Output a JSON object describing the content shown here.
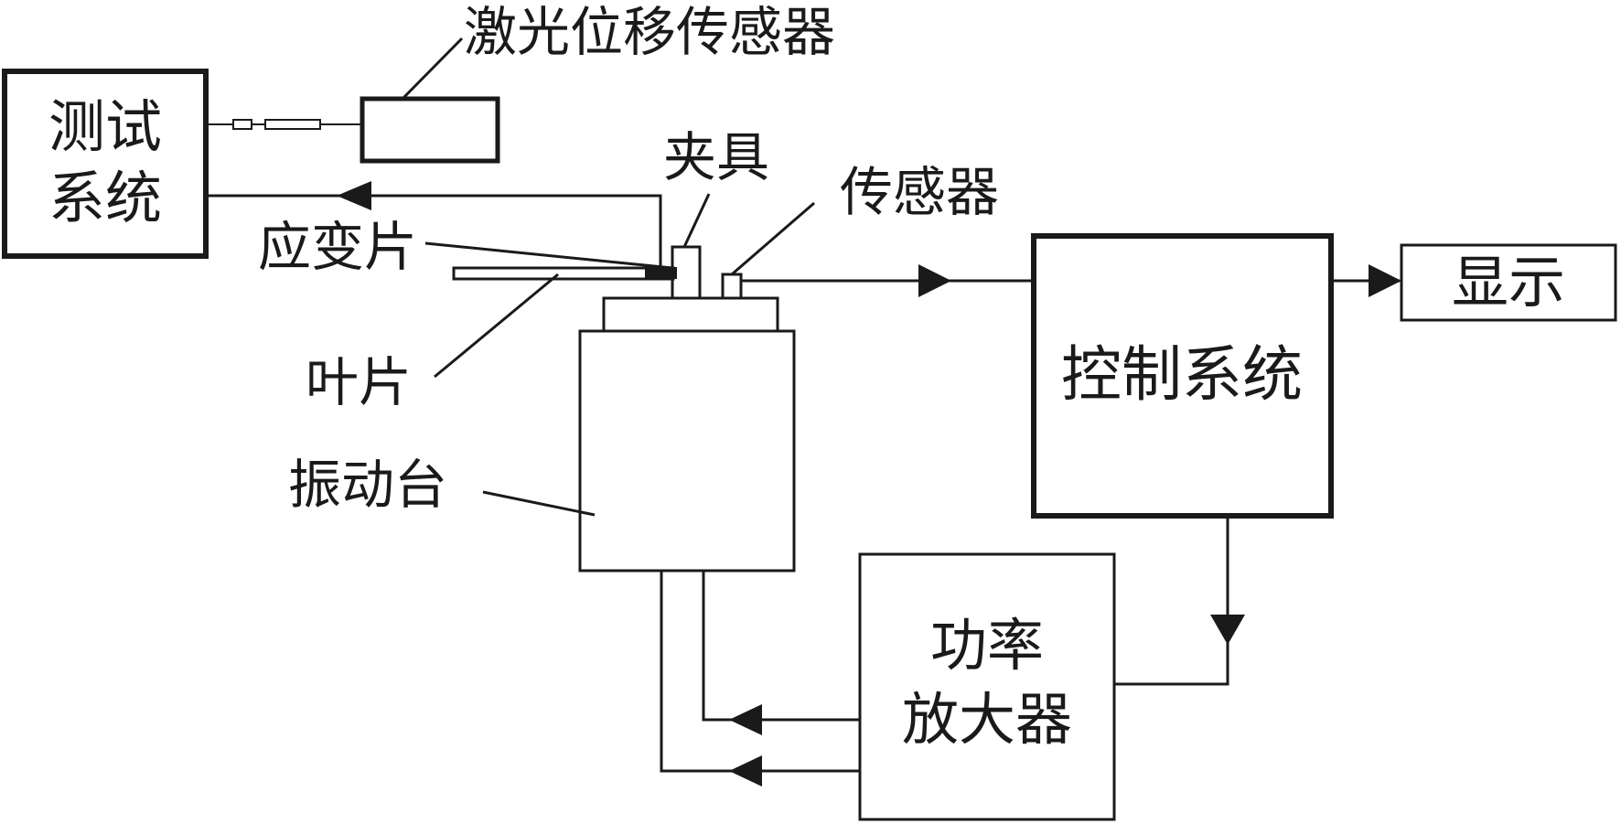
{
  "labels": {
    "laser_sensor": "激光位移传感器",
    "test_system_line1": "测试",
    "test_system_line2": "系统",
    "fixture": "夹具",
    "sensor": "传感器",
    "strain_gauge": "应变片",
    "blade": "叶片",
    "shaker": "振动台",
    "control_system": "控制系统",
    "display": "显示",
    "power_amp_line1": "功率",
    "power_amp_line2": "放大器"
  },
  "colors": {
    "line": "#1a1a1a",
    "background": "#ffffff"
  }
}
